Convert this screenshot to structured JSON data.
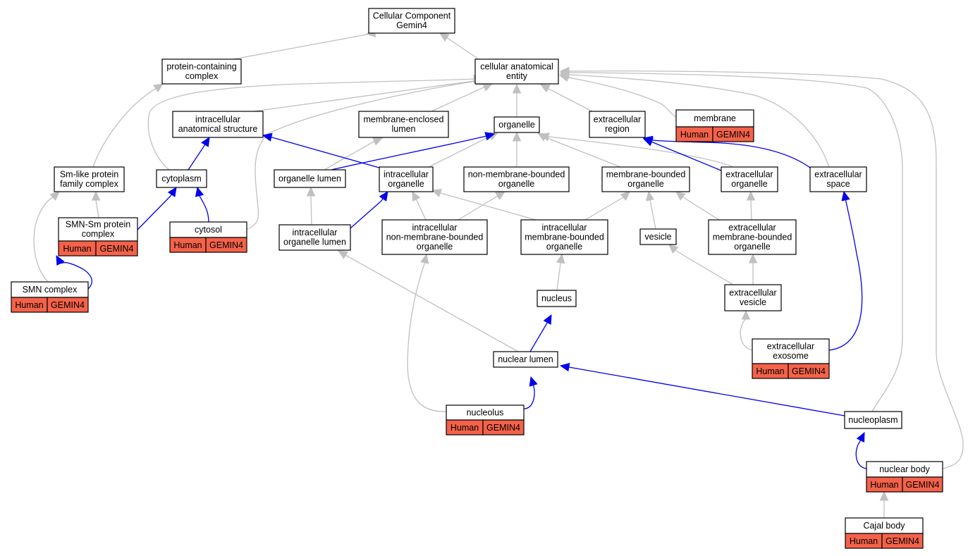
{
  "diagram": {
    "nodes": [
      {
        "id": "root",
        "lines": [
          "Cellular Component",
          "Gemin4"
        ]
      },
      {
        "id": "pcc",
        "lines": [
          "protein-containing",
          "complex"
        ]
      },
      {
        "id": "cae",
        "lines": [
          "cellular anatomical",
          "entity"
        ]
      },
      {
        "id": "ias",
        "lines": [
          "intracellular",
          "anatomical structure"
        ]
      },
      {
        "id": "mel",
        "lines": [
          "membrane-enclosed",
          "lumen"
        ]
      },
      {
        "id": "org",
        "lines": [
          "organelle"
        ]
      },
      {
        "id": "exr",
        "lines": [
          "extracellular",
          "region"
        ]
      },
      {
        "id": "mem",
        "lines": [
          "membrane"
        ],
        "annotation": [
          "Human",
          "GEMIN4"
        ]
      },
      {
        "id": "smlike",
        "lines": [
          "Sm-like protein",
          "family complex"
        ]
      },
      {
        "id": "cyto",
        "lines": [
          "cytoplasm"
        ]
      },
      {
        "id": "orglum",
        "lines": [
          "organelle lumen"
        ]
      },
      {
        "id": "icorg",
        "lines": [
          "intracellular",
          "organelle"
        ]
      },
      {
        "id": "nmbo",
        "lines": [
          "non-membrane-bounded",
          "organelle"
        ]
      },
      {
        "id": "mbo",
        "lines": [
          "membrane-bounded",
          "organelle"
        ]
      },
      {
        "id": "exorg",
        "lines": [
          "extracellular",
          "organelle"
        ]
      },
      {
        "id": "exspace",
        "lines": [
          "extracellular",
          "space"
        ]
      },
      {
        "id": "smnsm",
        "lines": [
          "SMN-Sm protein",
          "complex"
        ],
        "annotation": [
          "Human",
          "GEMIN4"
        ]
      },
      {
        "id": "cytosol",
        "lines": [
          "cytosol"
        ],
        "annotation": [
          "Human",
          "GEMIN4"
        ]
      },
      {
        "id": "icorglum",
        "lines": [
          "intracellular",
          "organelle lumen"
        ]
      },
      {
        "id": "icnmbo",
        "lines": [
          "intracellular",
          "non-membrane-bounded",
          "organelle"
        ]
      },
      {
        "id": "icmbo",
        "lines": [
          "intracellular",
          "membrane-bounded",
          "organelle"
        ]
      },
      {
        "id": "vesicle",
        "lines": [
          "vesicle"
        ]
      },
      {
        "id": "exmbo",
        "lines": [
          "extracellular",
          "membrane-bounded",
          "organelle"
        ]
      },
      {
        "id": "smn",
        "lines": [
          "SMN complex"
        ],
        "annotation": [
          "Human",
          "GEMIN4"
        ]
      },
      {
        "id": "nucleus",
        "lines": [
          "nucleus"
        ]
      },
      {
        "id": "exves",
        "lines": [
          "extracellular",
          "vesicle"
        ]
      },
      {
        "id": "nuclum",
        "lines": [
          "nuclear lumen"
        ]
      },
      {
        "id": "exosome",
        "lines": [
          "extracellular",
          "exosome"
        ],
        "annotation": [
          "Human",
          "GEMIN4"
        ]
      },
      {
        "id": "nucleolus",
        "lines": [
          "nucleolus"
        ],
        "annotation": [
          "Human",
          "GEMIN4"
        ]
      },
      {
        "id": "nucleoplasm",
        "lines": [
          "nucleoplasm"
        ]
      },
      {
        "id": "nucbody",
        "lines": [
          "nuclear body"
        ],
        "annotation": [
          "Human",
          "GEMIN4"
        ]
      },
      {
        "id": "cajal",
        "lines": [
          "Cajal body"
        ],
        "annotation": [
          "Human",
          "GEMIN4"
        ]
      }
    ],
    "colors": {
      "is_a_edge": "#c0c0c0",
      "part_of_edge": "#0000ee",
      "annotation_fill": "#f4624a",
      "node_border": "#000000"
    }
  }
}
